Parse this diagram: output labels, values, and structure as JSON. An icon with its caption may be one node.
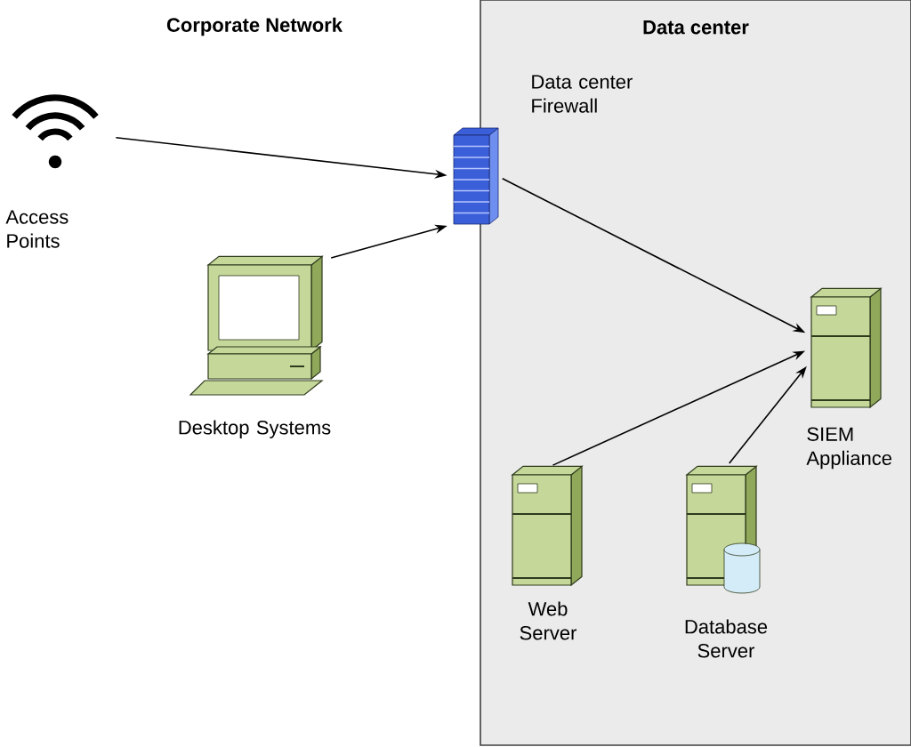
{
  "diagram": {
    "nodes": [
      {
        "text": [
          "Data center"
        ]
      },
      {
        "text": [],
        "shape": "wifi",
        "beside": [
          "Access Points"
        ]
      },
      {
        "text": [],
        "shape": "computer",
        "beside": [
          "Desktop Systems"
        ]
      },
      {
        "text": [],
        "shape": "firewall",
        "beside": [
          "Data center Firewall"
        ]
      },
      {
        "text": [],
        "shape": "server",
        "in": 0,
        "beside": [
          "SIEM Appliance"
        ]
      },
      {
        "text": [],
        "shape": "server",
        "in": 0,
        "beside": [
          "Web Server"
        ]
      },
      {
        "text": [],
        "shape": "database",
        "in": 0,
        "beside": [
          "Database Server"
        ]
      }
    ],
    "edges": [
      {
        "from": 1,
        "to": 3,
        "arrow": "to"
      },
      {
        "from": 2,
        "to": 3,
        "arrow": "to"
      },
      {
        "from": 3,
        "to": 4,
        "arrow": "to"
      },
      {
        "from": 5,
        "to": 4,
        "arrow": "to"
      },
      {
        "from": 6,
        "to": 4,
        "arrow": "to"
      }
    ],
    "labels": [
      "Corporate Network"
    ]
  }
}
